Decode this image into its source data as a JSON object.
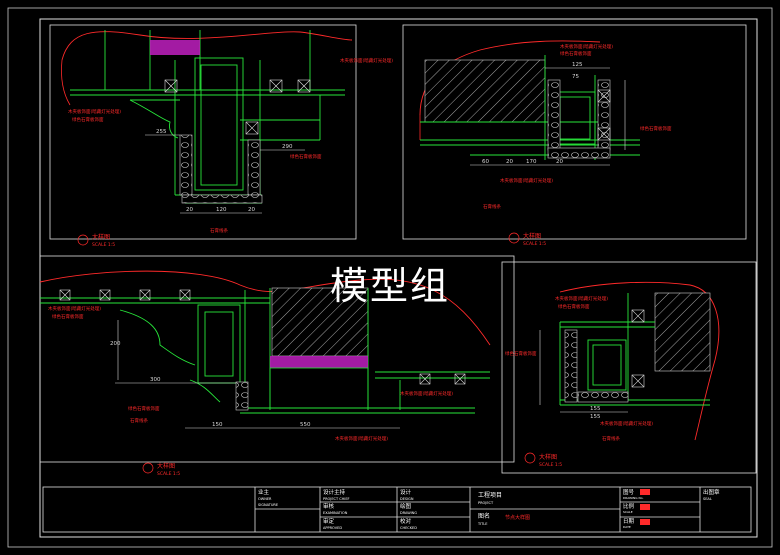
{
  "watermark": "模型组",
  "details": [
    {
      "label": "大样图",
      "scale": "SCALE 1:5"
    },
    {
      "label": "大样图",
      "scale": "SCALE 1:5"
    },
    {
      "label": "大样图",
      "scale": "SCALE 1:5"
    },
    {
      "label": "大样图",
      "scale": "SCALE 1:5"
    }
  ],
  "dims": {
    "d1": [
      "290",
      "255",
      "20",
      "120",
      "20"
    ],
    "d2": [
      "125",
      "75",
      "60",
      "20",
      "170",
      "20"
    ],
    "d3": [
      "200",
      "300",
      "150",
      "550"
    ],
    "d4": [
      "155",
      "155"
    ]
  },
  "notes": [
    "木夹板饰面(暗藏灯光处理)",
    "绿色石膏板饰面",
    "石膏线条"
  ],
  "title_block": {
    "owner_cn": "业主",
    "owner_en": "OWNER",
    "owner_en2": "SIGNATURE",
    "chief_cn": "设计主持",
    "chief_en": "PROJECT CHIEF",
    "design_cn": "设计",
    "design_en": "DESIGN",
    "review_cn": "审核",
    "review_en": "EXAMINATION",
    "draw_cn": "绘图",
    "draw_en": "DRAWING",
    "approve_cn": "审定",
    "approve_en": "APPROVED",
    "check_cn": "校对",
    "check_en": "CHECKED",
    "project_cn": "工程项目",
    "project_en": "PROJECT",
    "drawing_cn": "图名",
    "drawing_en": "TITLE",
    "drawing_name": "节点大样图",
    "no_cn": "图号",
    "no_en": "DRAWING No.",
    "ratio_cn": "比例",
    "ratio_en": "SCALE",
    "date_cn": "日期",
    "date_en": "DATE",
    "stamp_cn": "出图章",
    "stamp_en": "SEAL"
  }
}
